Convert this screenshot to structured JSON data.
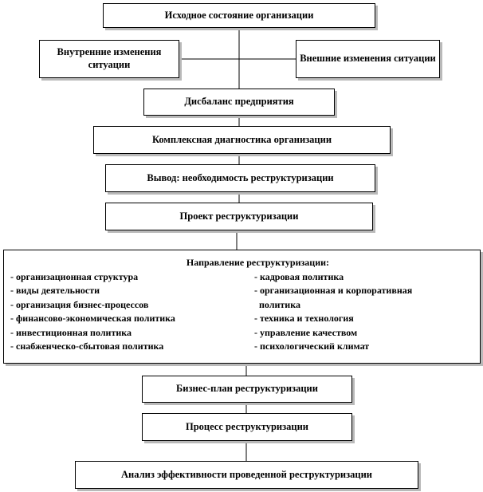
{
  "diagram": {
    "start_state": "Исходное состояние организации",
    "internal_changes": "Внутренние изменения ситуации",
    "external_changes": "Внешние изменения ситуации",
    "imbalance": "Дисбаланс предприятия",
    "diagnostics": "Комплексная диагностика организации",
    "conclusion": "Вывод: необходимость реструктуризации",
    "project": "Проект реструктуризации",
    "directions": {
      "title": "Направление реструктуризации:",
      "left": [
        "- организационная структура",
        "- виды деятельности",
        "- организация бизнес-процессов",
        "- финансово-экономическая политика",
        "- инвестиционная политика",
        "- снабженческо-сбытовая политика"
      ],
      "right": [
        "- кадровая политика",
        "- организационная и корпоративная",
        "  политика",
        "- техника и технология",
        "- управление качеством",
        "- психологический климат"
      ]
    },
    "business_plan": "Бизнес-план реструктуризации",
    "process": "Процесс реструктуризации",
    "analysis": "Анализ эффективности проведенной реструктуризации"
  }
}
